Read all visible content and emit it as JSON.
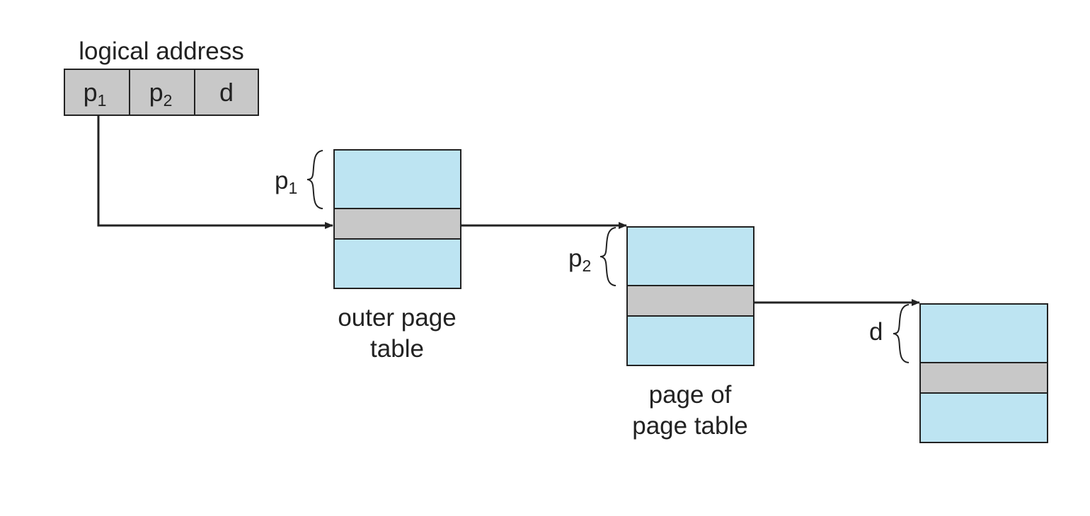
{
  "colors": {
    "table_fill": "#bde4f2",
    "entry_fill": "#c8c8c8",
    "address_fill": "#c8c8c8",
    "stroke": "#222222",
    "background": "#ffffff"
  },
  "logical_address": {
    "title": "logical address",
    "fields": [
      {
        "base": "p",
        "sub": "1"
      },
      {
        "base": "p",
        "sub": "2"
      },
      {
        "base": "d",
        "sub": ""
      }
    ]
  },
  "outer_page_table": {
    "line1": "outer page",
    "line2": "table",
    "offset_label": {
      "base": "p",
      "sub": "1"
    }
  },
  "page_of_page_table": {
    "line1": "page of",
    "line2": "page table",
    "offset_label": {
      "base": "p",
      "sub": "2"
    }
  },
  "page": {
    "offset_label": {
      "base": "d",
      "sub": ""
    }
  }
}
